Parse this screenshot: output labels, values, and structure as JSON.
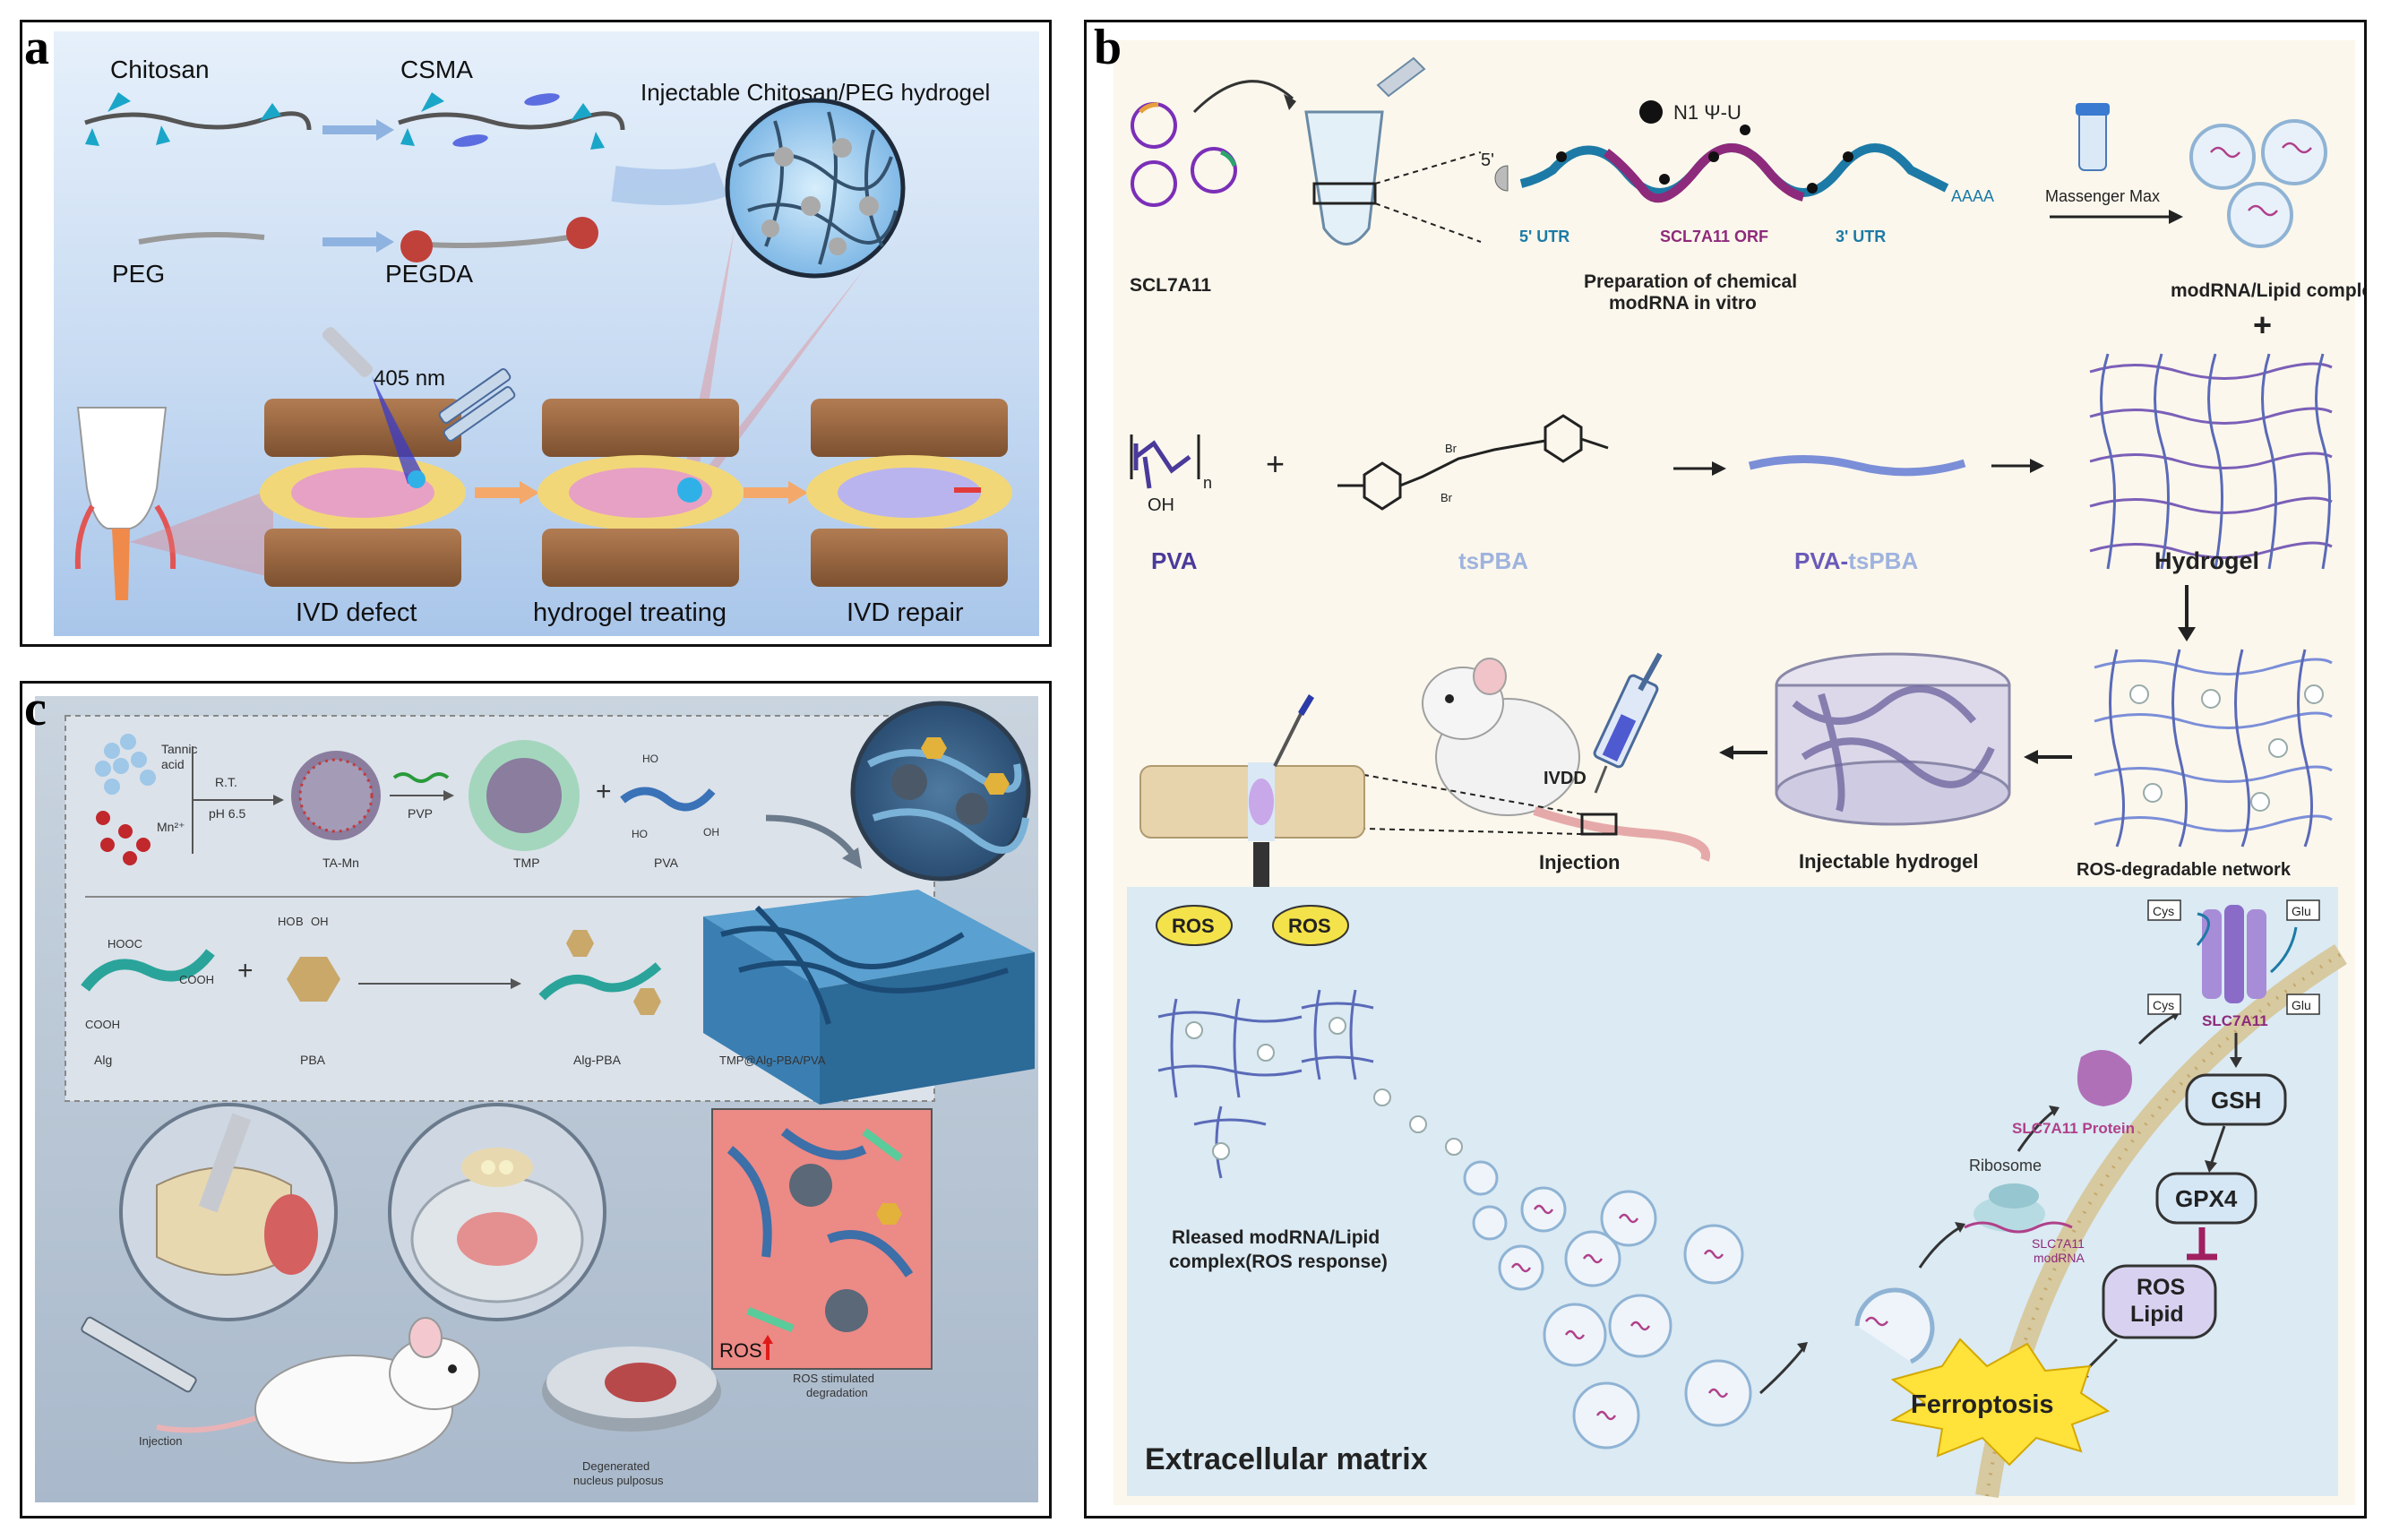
{
  "panel_a": {
    "letter": "a",
    "chitosan": "Chitosan",
    "csma": "CSMA",
    "peg": "PEG",
    "pegda": "PEGDA",
    "hydrogel_title": "Injectable Chitosan/PEG hydrogel",
    "wavelength": "405 nm",
    "steps": [
      "IVD defect",
      "hydrogel treating",
      "IVD repair"
    ]
  },
  "panel_b": {
    "letter": "b",
    "scl": "SCL7A11",
    "n1": "N1 Ψ-U",
    "five_prime": "5'",
    "aaaa": "AAAA",
    "utr5": "5' UTR",
    "orf": "SCL7A11 ORF",
    "utr3": "3' UTR",
    "prep_line1": "Preparation of chemical",
    "prep_line2": "modRNA in vitro",
    "messenger": "Massenger Max",
    "complex": "modRNA/Lipid complex",
    "plus": "+",
    "oh": "OH",
    "n": "n",
    "br": "Br",
    "pva": "PVA",
    "tspba": "tsPBA",
    "pva_part": "PVA-",
    "tspba_part": "tsPBA",
    "hydrogel": "Hydrogel",
    "ivdd": "IVDD",
    "injection": "Injection",
    "injectable": "Injectable hydrogel",
    "ros_net": "ROS-degradable network",
    "ros": "ROS",
    "released_line1": "Rleased modRNA/Lipid",
    "released_line2": "complex(ROS response)",
    "ribosome": "Ribosome",
    "modrna_line1": "SLC7A11",
    "modrna_line2": "modRNA",
    "protein": "SLC7A11 Protein",
    "cys": "Cys",
    "glu": "Glu",
    "slc": "SLC7A11",
    "gsh": "GSH",
    "gpx4": "GPX4",
    "ros_lipid_1": "ROS",
    "ros_lipid_2": "Lipid",
    "ferroptosis": "Ferroptosis",
    "ecm": "Extracellular matrix"
  },
  "panel_c": {
    "letter": "c",
    "tannic_1": "Tannic",
    "tannic_2": "acid",
    "mn": "Mn²⁺",
    "rt": "R.T.",
    "ph": "pH 6.5",
    "tamn": "TA-Mn",
    "pvp": "PVP",
    "tmp": "TMP",
    "pva": "PVA",
    "ho": "HO",
    "oh": "OH",
    "b": "B",
    "hooc": "HOOC",
    "cooh": "COOH",
    "alg": "Alg",
    "pba": "PBA",
    "algpba": "Alg-PBA",
    "tmp_gel": "TMP@Alg-PBA/PVA",
    "ros": "ROS",
    "ros_deg_1": "ROS stimulated",
    "ros_deg_2": "degradation",
    "degen_1": "Degenerated",
    "degen_2": "nucleus pulposus",
    "injection": "Injection"
  },
  "colors": {
    "panel_a_bg": "#bcd3ef",
    "panel_b_bg": "#fbf7ec",
    "ecm_bg": "#dbeaf3",
    "panel_c_bg": "#b9c7d6",
    "mrna_purple": "#8e2a7b",
    "mrna_teal": "#1d7aa6",
    "vertebra_brown": "#9a6a44",
    "disc_pink": "#e7a1c4",
    "ros_yellow": "#f4e24a",
    "node_blue": "#d5e6f4",
    "ferro_yellow": "#ffe23a"
  }
}
